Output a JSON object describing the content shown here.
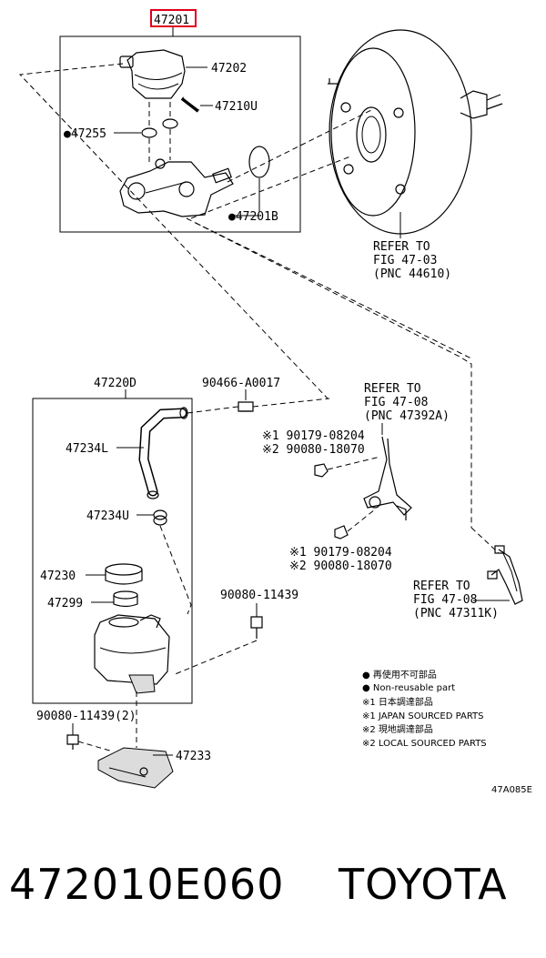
{
  "header_part_number": "47201",
  "callouts": {
    "p47202": "47202",
    "p47210u": "47210U",
    "p47255": "●47255",
    "p47201b": "●47201B",
    "p47220d": "47220D",
    "p90466": "90466-A0017",
    "p47234l": "47234L",
    "p47234u": "47234U",
    "p47230": "47230",
    "p47299": "47299",
    "p90080_a": "90080-11439",
    "p90080_b": "90080-11439(2)",
    "p47233": "47233",
    "j1_line1": "※1 90179-08204",
    "j1_line2": "※2 90080-18070",
    "j2_line1": "※1 90179-08204",
    "j2_line2": "※2 90080-18070"
  },
  "refer_booster": [
    "REFER TO",
    "FIG 47-03",
    "(PNC 44610)"
  ],
  "refer_pedal": [
    "REFER TO",
    "FIG 47-08",
    "(PNC 47392A)"
  ],
  "refer_pipe": [
    "REFER TO",
    "FIG 47-08",
    "(PNC 47311K)"
  ],
  "legend": [
    "● 再使用不可部品",
    "● Non-reusable part",
    "※1 日本調達部品",
    "※1 JAPAN SOURCED PARTS",
    "※2 現地調達部品",
    "※2 LOCAL SOURCED PARTS"
  ],
  "figure_code": "47A085E",
  "footer": {
    "part_number": "472010E060",
    "brand": "TOYOTA"
  }
}
